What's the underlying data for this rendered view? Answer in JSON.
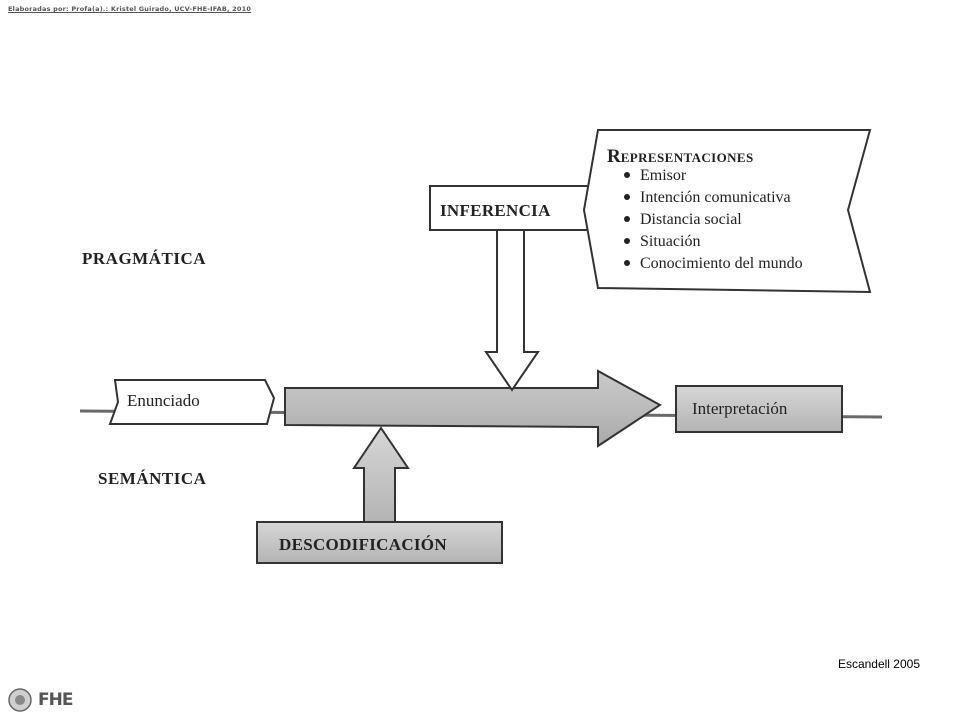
{
  "header": {
    "credit": "Elaboradas por: Profa(a).: Kristel Guirado, UCV-FHE-IFAB, 2010"
  },
  "diagram": {
    "levels": {
      "upper": "PRAGMÁTICA",
      "lower": "SEMÁNTICA"
    },
    "nodes": {
      "input": "Enunciado",
      "output": "Interpretación",
      "inference": "INFERENCIA",
      "decoding": "DESCODIFICACIÓN"
    },
    "representations": {
      "title_initial": "R",
      "title_rest": "EPRESENTACIONES",
      "items": [
        "Emisor",
        "Intención comunicativa",
        "Distancia social",
        "Situación",
        "Conocimiento del mundo"
      ]
    }
  },
  "footer": {
    "source": "Escandell 2005",
    "logo_text": "FHE"
  }
}
